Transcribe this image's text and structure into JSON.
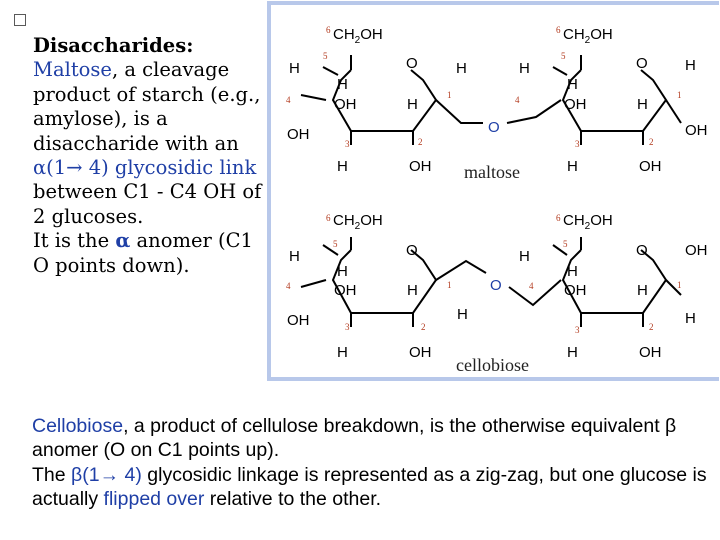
{
  "left": {
    "heading": "Disaccharides:",
    "maltose_word": "Maltose",
    "line1_rest": ", a cleavage product of starch (e.g., amylose), is a disaccharide with an",
    "alpha_link": "α(1→ 4) glycosidic link",
    "line2": "between C1 - C4 OH of 2 glucoses.",
    "line3_pre": "It is the ",
    "alpha": "α",
    "line3_post": " anomer (C1 O points down)."
  },
  "figure": {
    "maltose_caption": "maltose",
    "cellobiose_caption": "cellobiose",
    "ch2oh": "CH",
    "ch2oh_sub": "2",
    "ch2oh_end": "OH",
    "ring_o": "O",
    "bridge_o": "O",
    "h": "H",
    "oh": "OH",
    "n1": "1",
    "n2": "2",
    "n3": "3",
    "n4": "4",
    "n5": "5",
    "n6": "6"
  },
  "bottom": {
    "cellobiose_word": "Cellobiose",
    "line1_rest": ", a product of cellulose breakdown, is the otherwise equivalent ",
    "beta": "β",
    "line1_end": " anomer (O on C1 points up).",
    "line2_pre": "The ",
    "beta_link": "β(1→ 4)",
    "line2_mid": " glycosidic linkage is represented as a zig-zag, but one glucose is actually ",
    "flipped": "flipped over",
    "line2_end": " relative to the other."
  },
  "colors": {
    "figure_border": "#b8c8ea",
    "number_red": "#b23a1e",
    "highlight_blue": "#1f3fa6"
  }
}
